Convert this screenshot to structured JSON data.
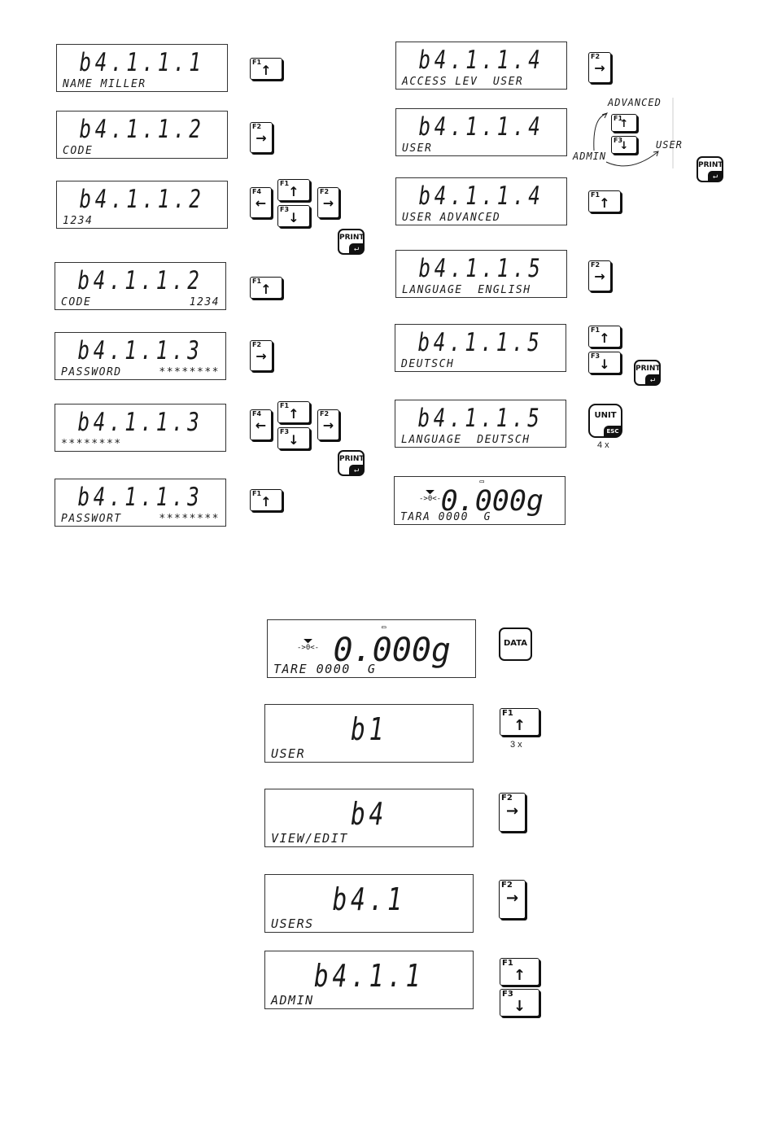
{
  "left_column": [
    {
      "main": "b4.1.1.1",
      "sub": "NAME MILLER",
      "sub_right": ""
    },
    {
      "main": "b4.1.1.2",
      "sub": "CODE",
      "sub_right": ""
    },
    {
      "main": "b4.1.1.2",
      "sub": "1234",
      "sub_right": ""
    },
    {
      "main": "b4.1.1.2",
      "sub": "CODE",
      "sub_right": "1234"
    },
    {
      "main": "b4.1.1.3",
      "sub": "PASSWORD",
      "sub_right": "********"
    },
    {
      "main": "b4.1.1.3",
      "sub": "********",
      "sub_right": ""
    },
    {
      "main": "b4.1.1.3",
      "sub": "PASSWORT",
      "sub_right": "********"
    }
  ],
  "right_column": [
    {
      "main": "b4.1.1.4",
      "sub": "ACCESS LEV  USER",
      "sub_right": ""
    },
    {
      "main": "b4.1.1.4",
      "sub": "USER",
      "sub_right": ""
    },
    {
      "main": "b4.1.1.4",
      "sub": "USER ADVANCED",
      "sub_right": ""
    },
    {
      "main": "b4.1.1.5",
      "sub": "LANGUAGE  ENGLISH",
      "sub_right": ""
    },
    {
      "main": "b4.1.1.5",
      "sub": "DEUTSCH",
      "sub_right": ""
    },
    {
      "main": "b4.1.1.5",
      "sub": "LANGUAGE  DEUTSCH",
      "sub_right": ""
    }
  ],
  "weigh_top": {
    "mass": "0.000g",
    "sub": "TARA 0000  G"
  },
  "weigh_bottom": {
    "mass": "0.000g",
    "sub": "TARE 0000  G"
  },
  "bottom_column": [
    {
      "main": "b1",
      "sub": "USER"
    },
    {
      "main": "b4",
      "sub": "VIEW/EDIT"
    },
    {
      "main": "b4.1",
      "sub": "USERS"
    },
    {
      "main": "b4.1.1",
      "sub": "ADMIN"
    }
  ],
  "keys": {
    "f1": "F1",
    "f2": "F2",
    "f3": "F3",
    "f4": "F4",
    "up": "↑",
    "down": "↓",
    "left": "←",
    "right": "→",
    "print": "PRINT",
    "enter": "↵",
    "unit": "UNIT",
    "esc": "ESC",
    "data": "DATA"
  },
  "cycle": {
    "top": "ADVANCED",
    "left": "ADMIN",
    "right": "USER"
  },
  "notes": {
    "unit_times": "4 x",
    "up_times": "3 x"
  }
}
